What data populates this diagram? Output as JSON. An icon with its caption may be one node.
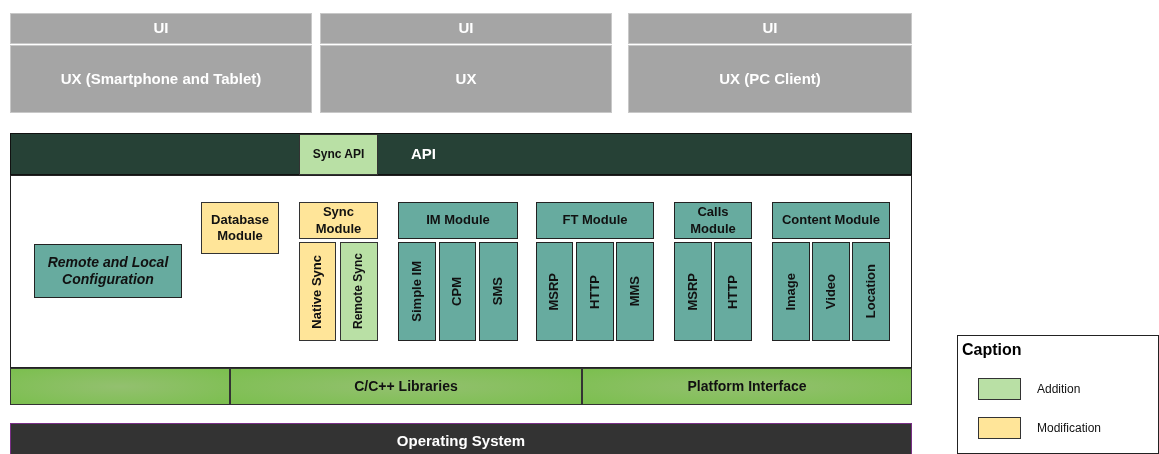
{
  "diagram": {
    "nodes": [
      {
        "text": [
          "UI"
        ]
      },
      {
        "text": [
          "UX (Smartphone and Tablet)"
        ]
      },
      {
        "text": [
          "UI"
        ]
      },
      {
        "text": [
          "UX"
        ]
      },
      {
        "text": [
          "UI"
        ]
      },
      {
        "text": [
          "UX (PC Client)"
        ]
      },
      {
        "text": [
          "API"
        ]
      },
      {
        "text": [
          "Sync API"
        ],
        "in": 6
      },
      {
        "text": [],
        "shape": "box"
      },
      {
        "text": [
          "Remote and Local Configuration"
        ],
        "in": 8
      },
      {
        "text": [
          "Database Module"
        ],
        "in": 8
      },
      {
        "text": [
          "Sync Module"
        ],
        "in": 8
      },
      {
        "text": [
          "Native Sync"
        ],
        "in": 8
      },
      {
        "text": [
          "Remote Sync"
        ],
        "in": 8
      },
      {
        "text": [
          "IM Module"
        ],
        "in": 8
      },
      {
        "text": [
          "Simple IM"
        ],
        "in": 8
      },
      {
        "text": [
          "CPM"
        ],
        "in": 8
      },
      {
        "text": [
          "SMS"
        ],
        "in": 8
      },
      {
        "text": [
          "FT Module"
        ],
        "in": 8
      },
      {
        "text": [
          "MSRP"
        ],
        "in": 8
      },
      {
        "text": [
          "HTTP"
        ],
        "in": 8
      },
      {
        "text": [
          "MMS"
        ],
        "in": 8
      },
      {
        "text": [
          "Calls Module"
        ],
        "in": 8
      },
      {
        "text": [
          "MSRP"
        ],
        "in": 8
      },
      {
        "text": [
          "HTTP"
        ],
        "in": 8
      },
      {
        "text": [
          "Content Module"
        ],
        "in": 8
      },
      {
        "text": [
          "Image"
        ],
        "in": 8
      },
      {
        "text": [
          "Video"
        ],
        "in": 8
      },
      {
        "text": [
          "Location"
        ],
        "in": 8
      },
      {
        "text": [],
        "shape": "bar"
      },
      {
        "text": [
          "C/C++ Libraries"
        ]
      },
      {
        "text": [
          "Platform Interface"
        ]
      },
      {
        "text": [
          "Operating System"
        ]
      }
    ],
    "labels": [
      "Caption"
    ],
    "legend": [
      {
        "text": "Addition",
        "color": "#b9e0a5"
      },
      {
        "text": "Modification",
        "color": "#ffe599"
      }
    ]
  }
}
